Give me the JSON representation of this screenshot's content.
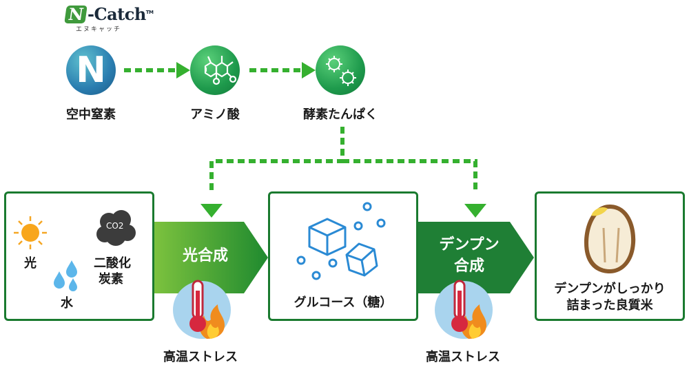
{
  "logo": {
    "mark": "N",
    "name": "-Catch",
    "tm": "TM",
    "reading": "エヌキャッチ"
  },
  "molecules": {
    "n_symbol": "N",
    "nitrogen": "空中窒素",
    "amino": "アミノ酸",
    "enzyme": "酵素たんぱく"
  },
  "inputs": {
    "light": "光",
    "co2_line1": "二酸化",
    "co2_line2": "炭素",
    "co2_formula": "CO2",
    "water": "水"
  },
  "processes": {
    "photosynthesis": "光合成",
    "starch_line1": "デンプン",
    "starch_line2": "合成"
  },
  "glucose": "グルコース（糖）",
  "result": {
    "line1": "デンプンがしっかり",
    "line2": "詰まった良質米"
  },
  "stress": {
    "left": "高温ストレス",
    "right": "高温ストレス"
  },
  "colors": {
    "green_dark": "#1a7a2f",
    "green_arrow": "#22a02a",
    "blue_icon": "#2a8ad4",
    "dash": "#35b02f"
  }
}
